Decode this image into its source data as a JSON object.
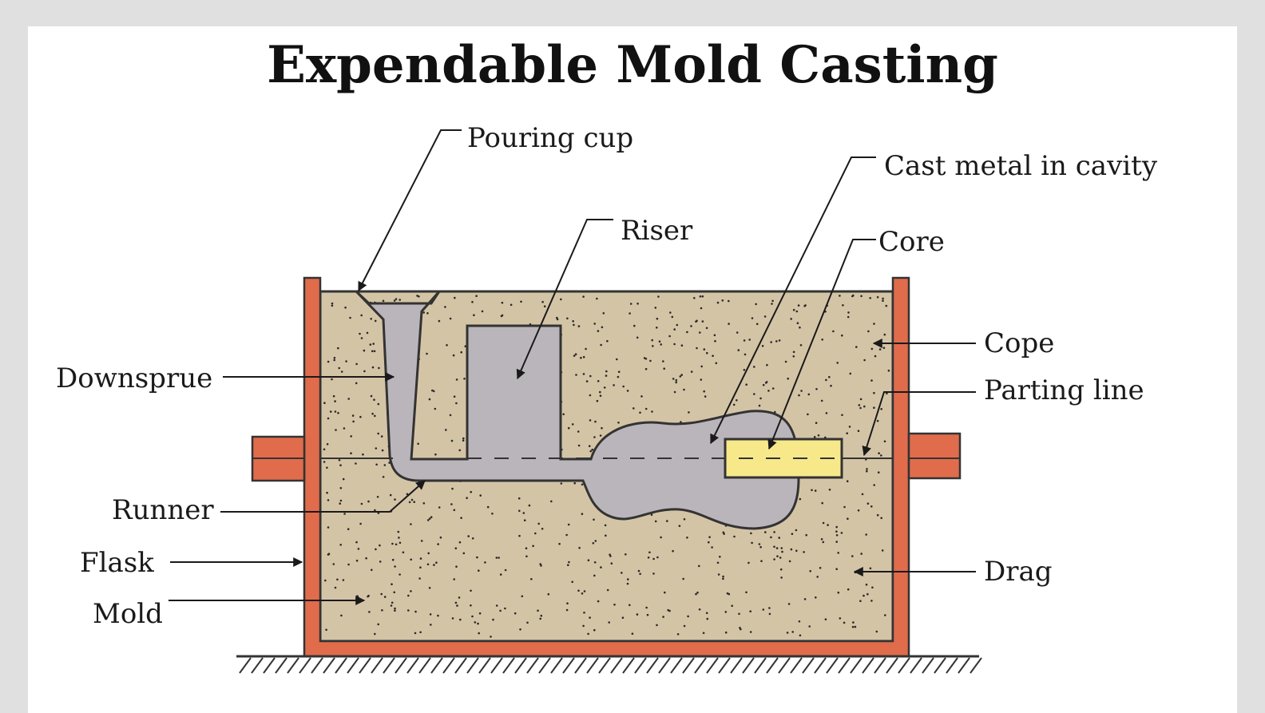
{
  "title": "Expendable Mold Casting",
  "labels": {
    "pouring_cup": "Pouring cup",
    "riser": "Riser",
    "cast_metal": "Cast metal in cavity",
    "core": "Core",
    "cope": "Cope",
    "parting_line": "Parting line",
    "downsprue": "Downsprue",
    "runner": "Runner",
    "flask": "Flask",
    "mold": "Mold",
    "drag": "Drag"
  },
  "colors": {
    "flask": "#e06c4c",
    "sand": "#d4c4a6",
    "metal": "#b9b5ba",
    "core": "#f7e98a",
    "outline": "#333333",
    "background": "#e0e0e0",
    "panel": "#ffffff"
  }
}
